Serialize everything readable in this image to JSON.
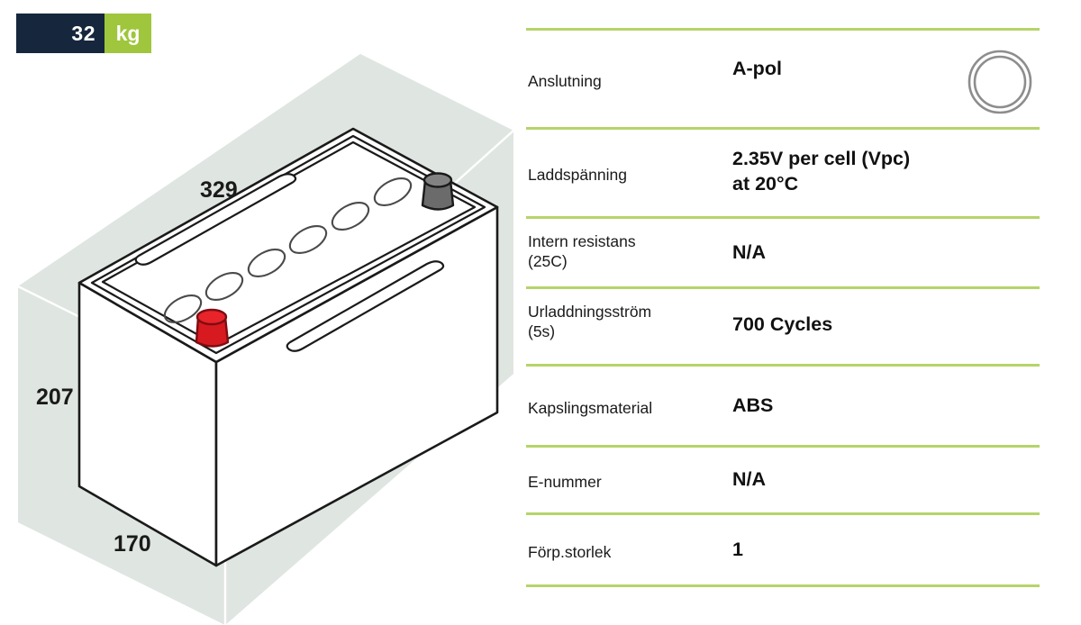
{
  "badge": {
    "value": "32",
    "unit": "kg",
    "dark_color": "#16263d",
    "accent_color": "#9fc63c"
  },
  "illustration": {
    "name": "battery-isometric-diagram",
    "dimensions": {
      "length_label": "329",
      "height_label": "207",
      "depth_label": "170"
    },
    "terminals": {
      "positive_color": "#d71920",
      "negative_color": "#6b6b6b"
    },
    "cell_caps": 6,
    "box_color": "#dfe5e0",
    "body_color": "#ffffff",
    "outline_color": "#1a1a1a"
  },
  "spec_table": {
    "divider_color": "#b5d46a",
    "rows": [
      {
        "label": "Anslutning",
        "value": "A-pol",
        "icon": "terminal-pole-icon"
      },
      {
        "label": "Laddspänning",
        "value": "2.35V per cell (Vpc)\nat 20°C",
        "icon": null
      },
      {
        "label": "Intern resistans\n(25C)",
        "value": "N/A",
        "icon": null
      },
      {
        "label": "Urladdningsström\n(5s)",
        "value": "700 Cycles",
        "icon": null
      },
      {
        "label": "Kapslingsmaterial",
        "value": "ABS",
        "icon": null
      },
      {
        "label": "E-nummer",
        "value": "N/A",
        "icon": null
      },
      {
        "label": "Förp.storlek",
        "value": "1",
        "icon": null
      }
    ]
  }
}
